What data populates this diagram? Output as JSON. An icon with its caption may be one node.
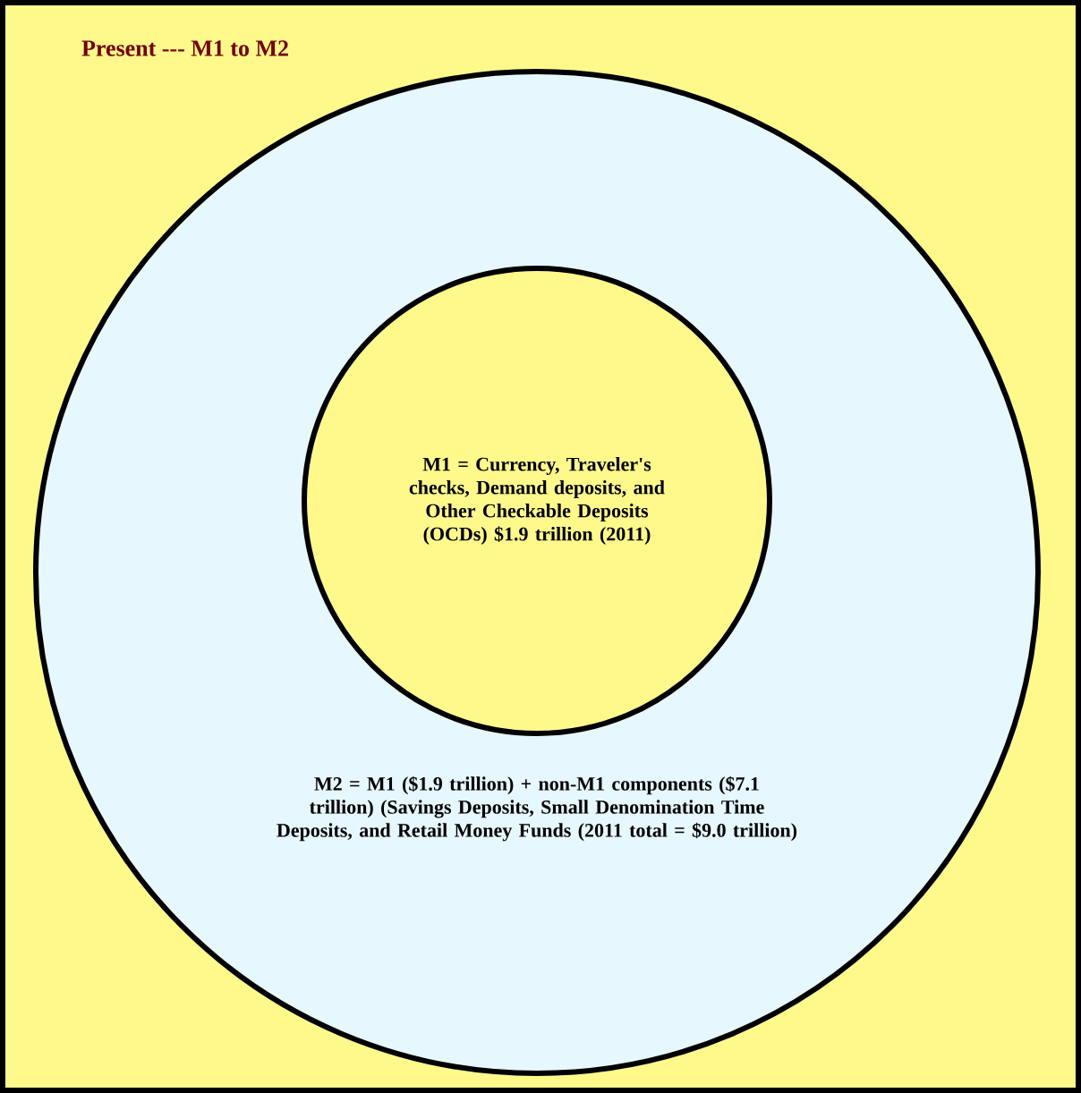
{
  "diagram": {
    "title": "Present --- M1 to M2",
    "nodes": [
      {
        "text": [
          "M2 = M1 ($1.9 trillion) + non-M1 components ($7.1 trillion) (Savings Deposits, Small Denomination Time Deposits, and Retail Money Funds (2011 total = $9.0 trillion)"
        ]
      },
      {
        "text": [
          "M1 = Currency, Traveler's checks, Demand deposits, and Other Checkable Deposits (OCDs) $1.9 trillion (2011)"
        ],
        "in": 0
      }
    ]
  }
}
